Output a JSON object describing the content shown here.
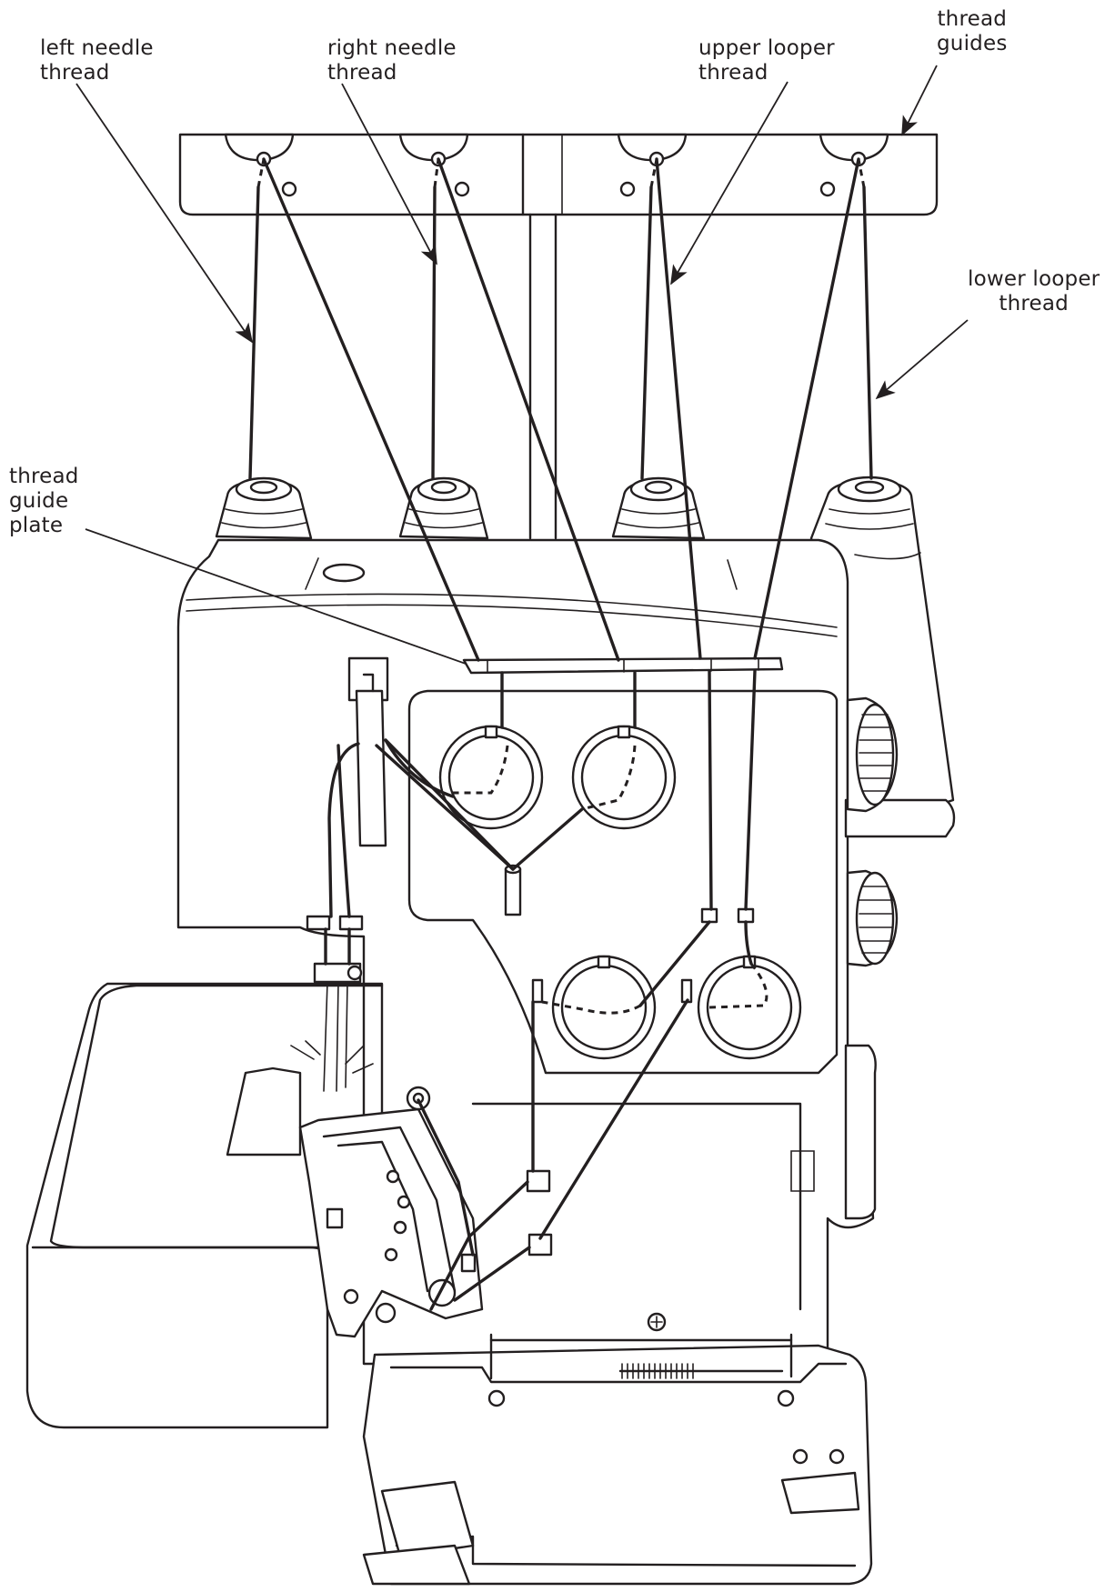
{
  "labels": {
    "left_needle_thread": "left needle\nthread",
    "right_needle_thread": "right needle\nthread",
    "upper_looper_thread": "upper looper\nthread",
    "thread_guides": "thread\nguides",
    "lower_looper_thread": "lower looper\nthread",
    "thread_guide_plate": "thread\nguide\nplate"
  },
  "colors": {
    "ink": "#231f20",
    "paper": "#ffffff"
  },
  "icons": [
    "thread-cone-icon",
    "tension-dial-icon",
    "handwheel-icon",
    "presser-foot-icon",
    "screw-icon"
  ]
}
